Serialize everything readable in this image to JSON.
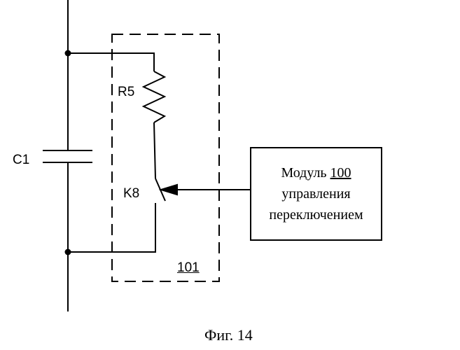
{
  "components": {
    "capacitor": "C1",
    "resistor": "R5",
    "switch": "K8",
    "block_ref": "101"
  },
  "module": {
    "line1_text": "Модуль",
    "line1_ref": "100",
    "line2": "управления",
    "line3": "переключением"
  },
  "caption": "Фиг. 14"
}
